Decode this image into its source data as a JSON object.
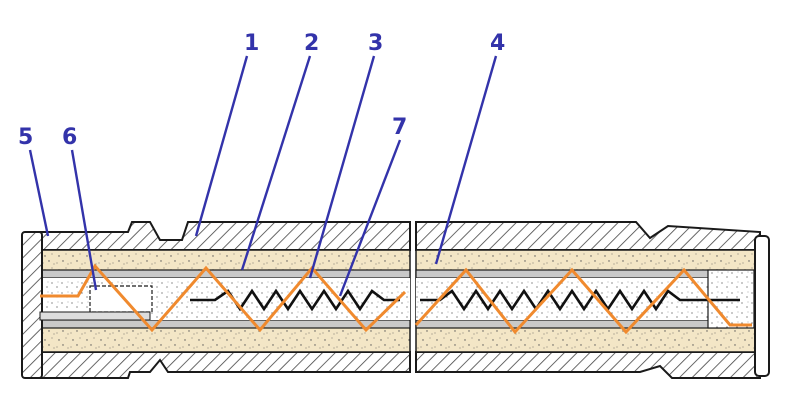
{
  "callouts": [
    {
      "label": "1"
    },
    {
      "label": "2"
    },
    {
      "label": "3"
    },
    {
      "label": "4"
    },
    {
      "label": "5"
    },
    {
      "label": "6"
    },
    {
      "label": "7"
    }
  ],
  "colors": {
    "callout": "#3333aa",
    "insulation": "#f3e6c6",
    "heating_wire": "#f08a2e",
    "outline": "#1a1a1a",
    "hatch": "#444444",
    "inner_tube": "#c9c9c9"
  }
}
